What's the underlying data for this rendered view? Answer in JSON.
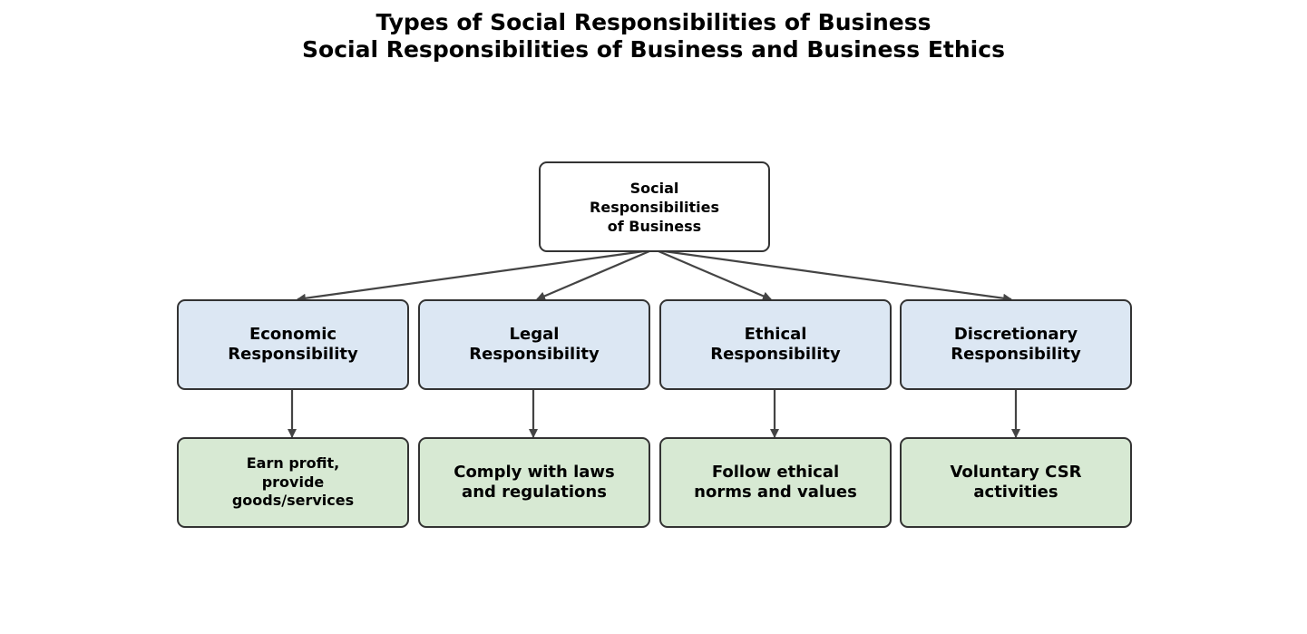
{
  "title": {
    "line1": "Types of Social Responsibilities of Business",
    "line2": "Social Responsibilities of Business and Business Ethics"
  },
  "root": {
    "lines": [
      "Social",
      "Responsibilities",
      "of Business"
    ]
  },
  "types": [
    {
      "lines": [
        "Economic",
        "Responsibility"
      ]
    },
    {
      "lines": [
        "Legal",
        "Responsibility"
      ]
    },
    {
      "lines": [
        "Ethical",
        "Responsibility"
      ]
    },
    {
      "lines": [
        "Discretionary",
        "Responsibility"
      ]
    }
  ],
  "duties": [
    {
      "lines": [
        "Earn profit,",
        "provide",
        "goods/services"
      ]
    },
    {
      "lines": [
        "Comply with laws",
        "and regulations"
      ]
    },
    {
      "lines": [
        "Follow ethical",
        "norms and values"
      ]
    },
    {
      "lines": [
        "Voluntary CSR",
        "activities"
      ]
    }
  ],
  "colors": {
    "root_fill": "#ffffff",
    "type_fill": "#dce7f3",
    "duty_fill": "#d7e9d3",
    "border": "#333333",
    "arrow": "#444444"
  }
}
